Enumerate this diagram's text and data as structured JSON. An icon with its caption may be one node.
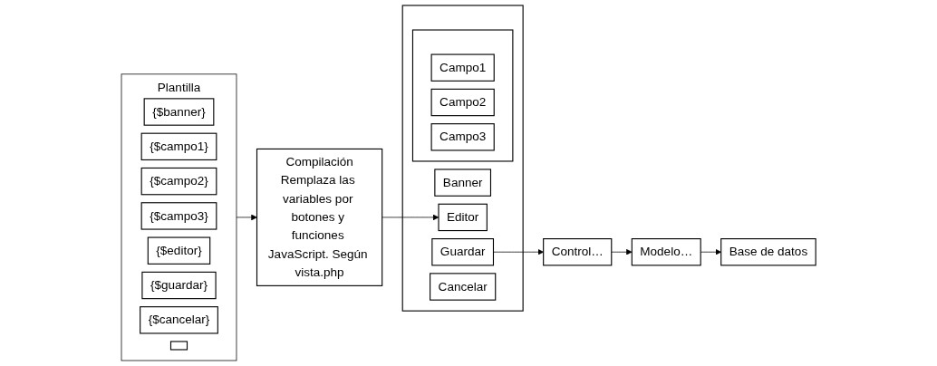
{
  "diagram": {
    "nodes": [
      {
        "text": [
          "Plantilla"
        ]
      },
      {
        "text": [
          "{$banner}"
        ],
        "in": 0
      },
      {
        "text": [
          "{$campo1}"
        ],
        "in": 0
      },
      {
        "text": [
          "{$campo2}"
        ],
        "in": 0
      },
      {
        "text": [
          "{$campo3}"
        ],
        "in": 0
      },
      {
        "text": [
          "{$editor}"
        ],
        "in": 0
      },
      {
        "text": [
          "{$guardar}"
        ],
        "in": 0
      },
      {
        "text": [
          "{$cancelar}"
        ],
        "in": 0
      },
      {
        "text": [],
        "shape": "box",
        "in": 0
      },
      {
        "text": [
          "Compilación",
          "Remplaza las variables por botones y funciones JavaScript. Según vista.php"
        ]
      },
      {
        "text": [],
        "shape": "box"
      },
      {
        "text": [
          "Banner"
        ],
        "in": 10
      },
      {
        "text": [],
        "shape": "box",
        "in": 10
      },
      {
        "text": [
          "Campo1"
        ],
        "in": 12
      },
      {
        "text": [
          "Campo2"
        ],
        "in": 12
      },
      {
        "text": [
          "Campo3"
        ],
        "in": 12
      },
      {
        "text": [
          "Editor"
        ],
        "in": 10
      },
      {
        "text": [
          "Guardar"
        ],
        "in": 10
      },
      {
        "text": [
          "Cancelar"
        ],
        "in": 10
      },
      {
        "text": [
          "Base de datos"
        ]
      },
      {
        "text": [
          "Modelo…"
        ]
      },
      {
        "text": [
          "Control…"
        ]
      }
    ],
    "edges": [
      {
        "from": 0,
        "to": 9,
        "arrow": "to"
      },
      {
        "from": 9,
        "to": 16,
        "arrow": "to"
      },
      {
        "from": 17,
        "to": 21,
        "arrow": "to"
      },
      {
        "from": 21,
        "to": 20,
        "arrow": "to"
      },
      {
        "from": 20,
        "to": 19,
        "arrow": "to"
      }
    ]
  }
}
